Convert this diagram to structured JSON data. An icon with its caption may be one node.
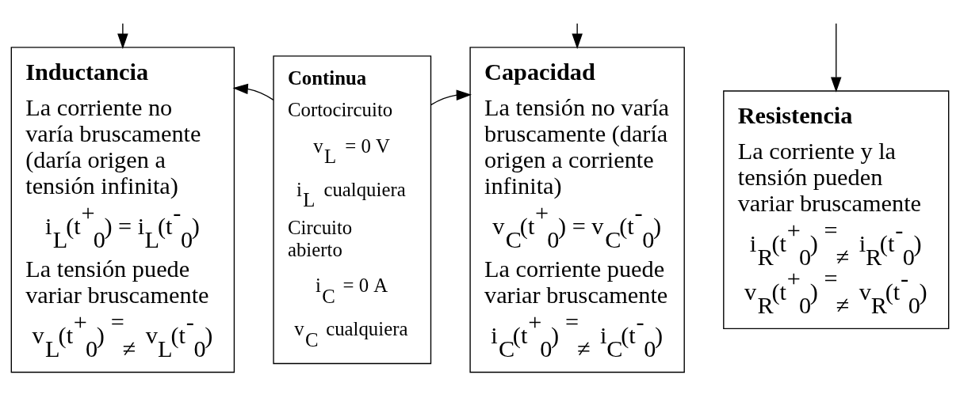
{
  "diagram": {
    "nodes": [
      {
        "text": [
          "Inductancia",
          "La corriente no varía bruscamente (daría origen a tensión infinita)",
          "i$_{L}$(t$^{+}$$_{0}$) = i$_{L}$(t$^{-}$$_{0}$)",
          "La tensión puede variar bruscamente",
          "v$_{L}$(t$^{+}$$_{0}$) $^{=}$$_{≠}$ v$_{L}$(t$^{-}$$_{0}$)"
        ]
      },
      {
        "text": [
          "Continua",
          "Cortocircuito",
          "v$_{L}$ = 0 V",
          "i$_{L}$ cualquiera",
          "Circuito abierto",
          "i$_{C}$ = 0 A",
          "v$_{C}$ cualquiera"
        ]
      },
      {
        "text": [
          "Capacidad",
          "La tensión no varía bruscamente (daría origen a corriente infinita)",
          "v$_{C}$(t$^{+}$$_{0}$) = v$_{C}$(t$^{-}$$_{0}$)",
          "La corriente puede variar bruscamente",
          "i$_{C}$(t$^{+}$$_{0}$) $^{=}$$_{≠}$ i$_{C}$(t$^{-}$$_{0}$)"
        ]
      },
      {
        "text": [
          "Resistencia",
          "La corriente y la tensión pueden variar bruscamente",
          "i$_{R}$(t$^{+}$$_{0}$) $^{=}$$_{≠}$ i$_{R}$(t$^{-}$$_{0}$)",
          "v$_{R}$(t$^{+}$$_{0}$) $^{=}$$_{≠}$ v$_{R}$(t$^{-}$$_{0}$)"
        ]
      }
    ],
    "edges": [
      {
        "from": null,
        "to": 0,
        "arrow": "to"
      },
      {
        "from": null,
        "to": 2,
        "arrow": "to"
      },
      {
        "from": null,
        "to": 3,
        "arrow": "to"
      },
      {
        "from": 1,
        "to": 0,
        "arrow": "to"
      },
      {
        "from": 1,
        "to": 2,
        "arrow": "to"
      }
    ]
  }
}
